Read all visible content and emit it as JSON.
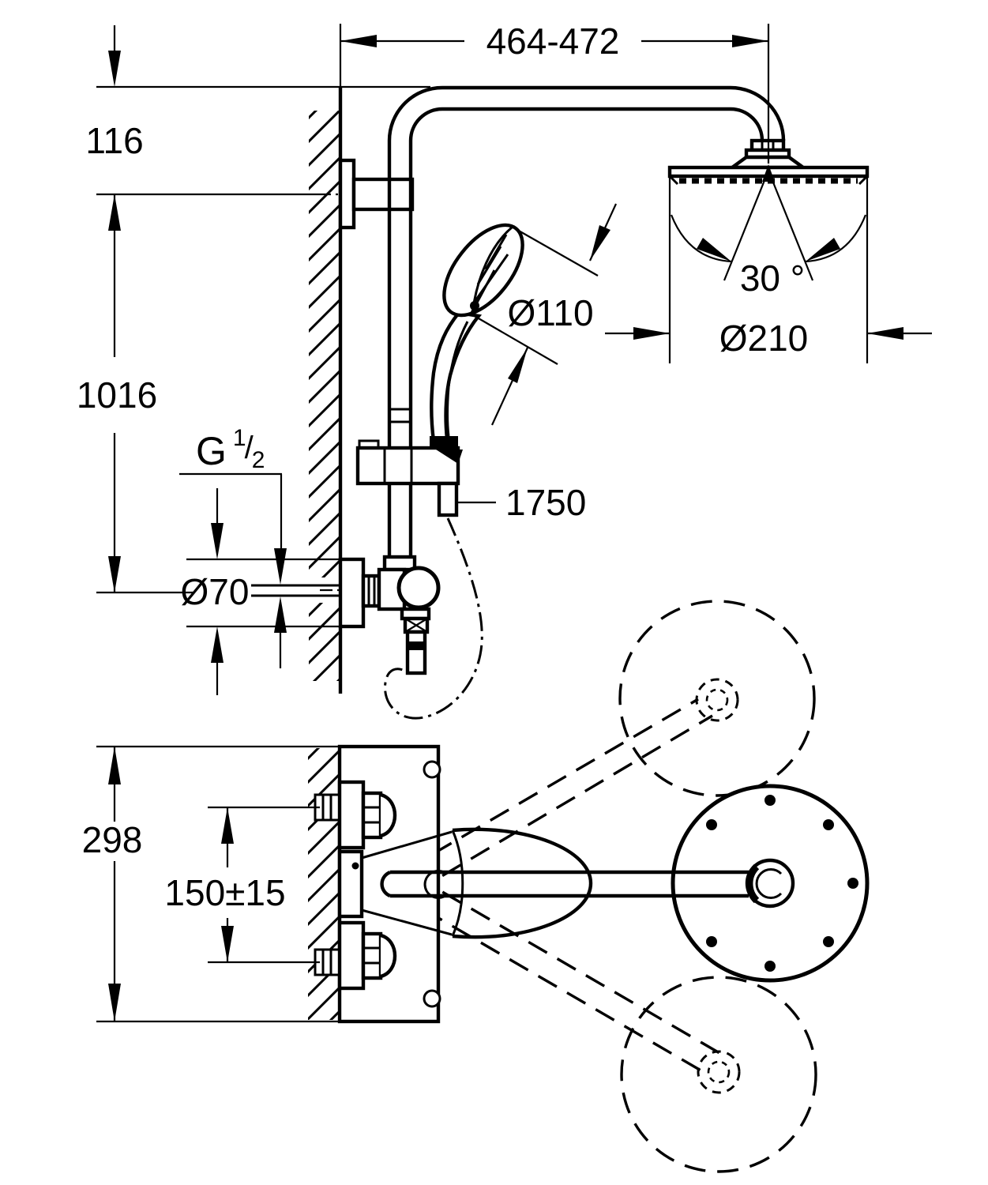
{
  "drawing": {
    "background": "#ffffff",
    "line_color": "#000000",
    "dims": {
      "top_width": "464-472",
      "wall_to_bracket": "116",
      "rail_height": "1016",
      "thread": {
        "main": "G",
        "sup": "1",
        "slash": "/",
        "sub": "2"
      },
      "escutcheon_dia": "Ø70",
      "handshower_dia": "Ø110",
      "head_angle": "30 °",
      "headshower_dia": "Ø210",
      "hose_length": "1750",
      "plate_height": "298",
      "supply_distance": "150±15"
    }
  }
}
